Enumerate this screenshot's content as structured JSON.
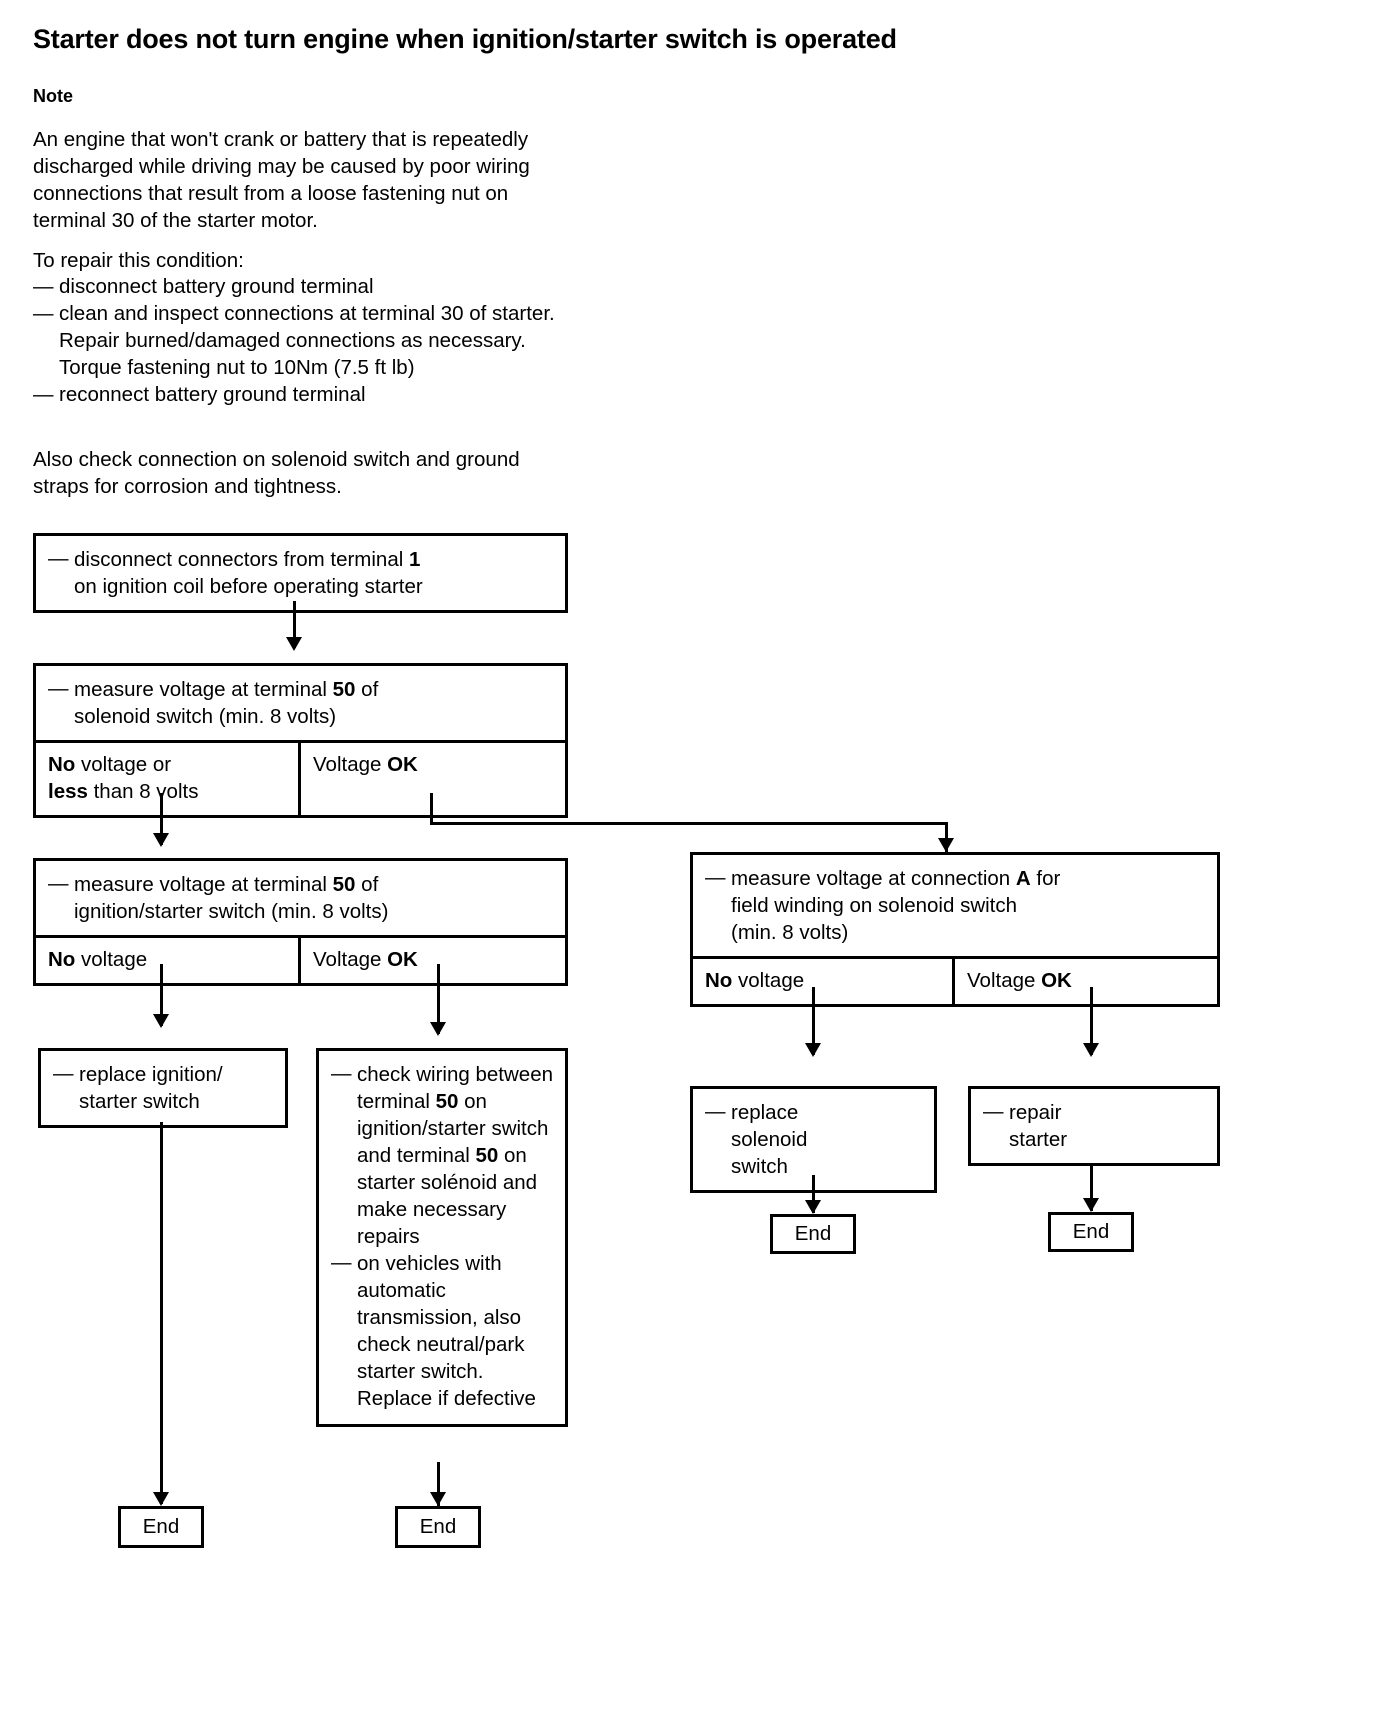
{
  "document": {
    "title": "Starter does not turn engine when ignition/starter switch is operated",
    "note_heading": "Note",
    "note_paragraph": "An engine that won't crank or battery that is repeatedly discharged while driving may be caused by poor wiring connections that result from a loose fastening nut on terminal 30 of the starter motor.",
    "repair_intro": "To repair this condition:",
    "repair_items": [
      "disconnect battery ground terminal",
      "clean and inspect connections at terminal 30 of starter. Repair burned/damaged connections as necessary. Torque fastening nut to 10Nm (7.5 ft lb)",
      "reconnect battery ground terminal"
    ],
    "closing_paragraph": "Also check connection on solenoid switch and ground straps for corrosion and tightness.",
    "dash": "—"
  },
  "flowchart": {
    "step1": {
      "line1_pre": "disconnect connectors from terminal ",
      "line1_bold": "1",
      "line2": "on ignition coil before operating starter"
    },
    "step2": {
      "line1_pre": "measure voltage at terminal ",
      "line1_bold": "50",
      "line1_post": " of",
      "line2": "solenoid switch (min. 8 volts)",
      "result_left_bold_1": "No",
      "result_left_rest_1": " voltage or",
      "result_left_bold_2": "less",
      "result_left_rest_2": " than 8 volts",
      "result_right_pre": "Voltage ",
      "result_right_bold": "OK"
    },
    "step3_left": {
      "line1_pre": "measure voltage at terminal ",
      "line1_bold": "50",
      "line1_post": " of",
      "line2": "ignition/starter switch (min. 8 volts)",
      "result_left_bold": "No",
      "result_left_rest": " voltage",
      "result_right_pre": "Voltage ",
      "result_right_bold": "OK"
    },
    "step3_right": {
      "line1_pre": "measure voltage at connection ",
      "line1_bold": "A",
      "line1_post": " for",
      "line2": "field winding on solenoid switch",
      "line3": "(min. 8 volts)",
      "result_left_bold": "No",
      "result_left_rest": " voltage",
      "result_right_pre": "Voltage ",
      "result_right_bold": "OK"
    },
    "action_replace_ignition": {
      "line1": "replace ignition/",
      "line2": "starter switch"
    },
    "action_check_wiring": {
      "item1_part1": "check wiring between terminal ",
      "item1_bold1": "50",
      "item1_part2": " on ignition/starter switch and terminal ",
      "item1_bold2": "50",
      "item1_part3": " on starter solénoid and make necessary repairs",
      "item2": "on vehicles with automatic transmission, also check neutral/park starter switch. Replace if defective"
    },
    "action_replace_solenoid": {
      "line1": "replace",
      "line2": "solenoid",
      "line3": "switch"
    },
    "action_repair_starter": {
      "line1": "repair",
      "line2": "starter"
    },
    "end_label": "End"
  }
}
